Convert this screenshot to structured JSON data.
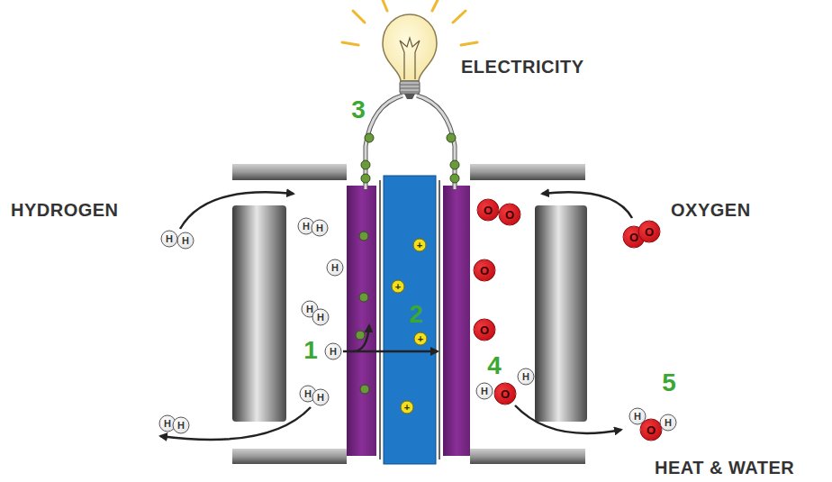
{
  "diagram": {
    "labels": [
      "ELECTRICITY",
      "3",
      "HYDROGEN",
      "H",
      "H",
      "OXYGEN",
      "O",
      "O",
      "H",
      "H",
      "O",
      "O",
      "+",
      "H",
      "+",
      "O",
      "H",
      "H",
      "2",
      "O",
      "+",
      "1",
      "H",
      "4",
      "H",
      "H",
      "O",
      "5",
      "H",
      "H",
      "+",
      "H",
      "O",
      "H",
      "H",
      "H",
      "HEAT & WATER"
    ]
  }
}
